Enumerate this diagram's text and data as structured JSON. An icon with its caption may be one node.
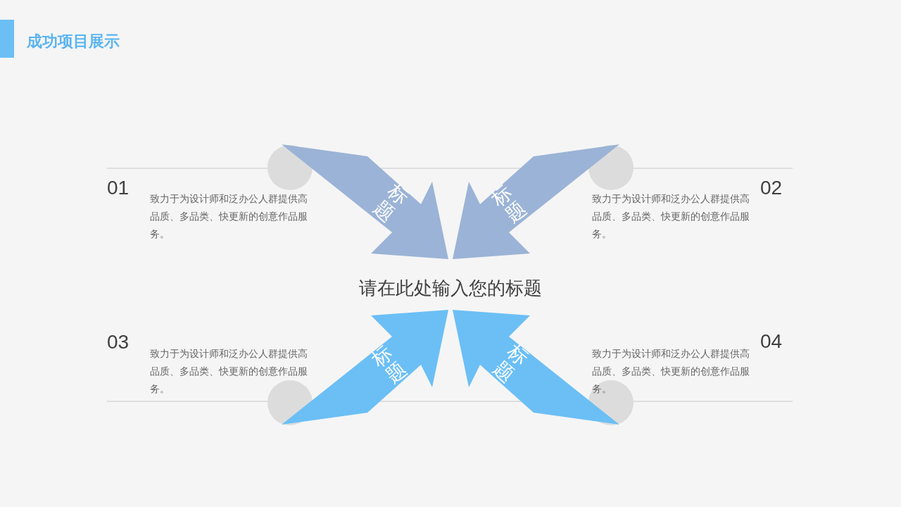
{
  "diagram": {
    "title": "成功项目展示",
    "nodes": [
      {
        "text": [
          "标题"
        ]
      },
      {
        "text": [
          "标题"
        ]
      },
      {
        "text": [
          "请在此处输入您的标题"
        ]
      },
      {
        "text": [
          "标题"
        ]
      },
      {
        "text": [
          "标题"
        ]
      }
    ],
    "labels": [
      "01",
      "致力于为设计师和泛办公人群提供高品质、多品类、快更新的创意作品服务。",
      "02",
      "致力于为设计师和泛办公人群提供高品质、多品类、快更新的创意作品服务。",
      "03",
      "致力于为设计师和泛办公人群提供高品质、多品类、快更新的创意作品服务。",
      "04",
      "致力于为设计师和泛办公人群提供高品质、多品类、快更新的创意作品服务。"
    ]
  }
}
